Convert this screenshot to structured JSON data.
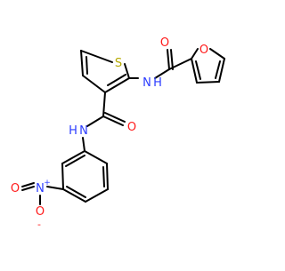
{
  "molecule": {
    "atoms": {
      "thiophene_s": "S",
      "amide_nh_top": "N",
      "amide_h_top": "H",
      "carbonyl_o_top": "O",
      "furan_o": "O",
      "carbonyl_o_mid": "O",
      "amide_nh_left": "N",
      "amide_h_left": "H",
      "nitro_n": "N",
      "nitro_plus": "+",
      "nitro_o_left": "O",
      "nitro_o_minus": "O",
      "nitro_minus": "-"
    },
    "colors": {
      "bond": "#000000",
      "sulfur": "#b5a900",
      "nitrogen": "#2b3cff",
      "oxygen": "#ff1a1a",
      "background": "#ffffff"
    }
  }
}
